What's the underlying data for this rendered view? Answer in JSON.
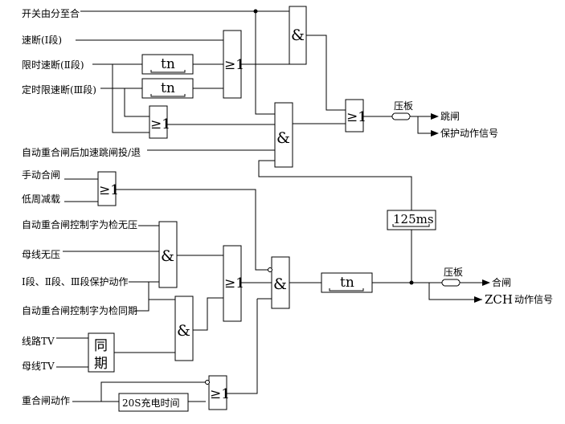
{
  "inputs": {
    "switch_open": "开关由分至合",
    "instant_trip": "速断(Ⅰ段)",
    "time_limited_trip": "限时速断(Ⅱ段)",
    "definite_time_trip": "定时限速断(Ⅲ段)",
    "post_reclose_accel": "自动重合闸后加速跳闸投/退",
    "manual_close": "手动合闸",
    "low_freq_shed": "低周减载",
    "check_no_voltage": "自动重合闸控制字为检无压",
    "bus_no_voltage": "母线无压",
    "protection_operate": "Ⅰ段、Ⅱ段、Ⅲ段保护动作",
    "check_sync": "自动重合闸控制字为检同期",
    "line_tv": "线路TV",
    "bus_tv": "母线TV",
    "reclose_operate": "重合闸动作"
  },
  "gates": {
    "and_symbol": "&",
    "or_symbol": "≥1",
    "timer_tn": "tn",
    "timer_125ms": "125ms",
    "timer_20s": "20S充电时间",
    "sync_top": "同",
    "sync_bottom": "期"
  },
  "outputs": {
    "plate_label": "压板",
    "trip": "跳闸",
    "protection_signal": "保护动作信号",
    "close": "合闸",
    "zch_signal_prefix": "ZCH",
    "zch_signal_suffix": "动作信号"
  }
}
